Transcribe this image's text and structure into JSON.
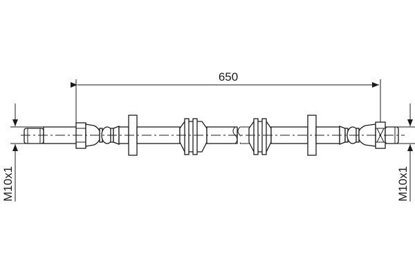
{
  "drawing": {
    "length_dimension": "650",
    "left_thread_label": "M10x1",
    "right_thread_label": "M10x1",
    "line_color": "#1a1a1a"
  }
}
